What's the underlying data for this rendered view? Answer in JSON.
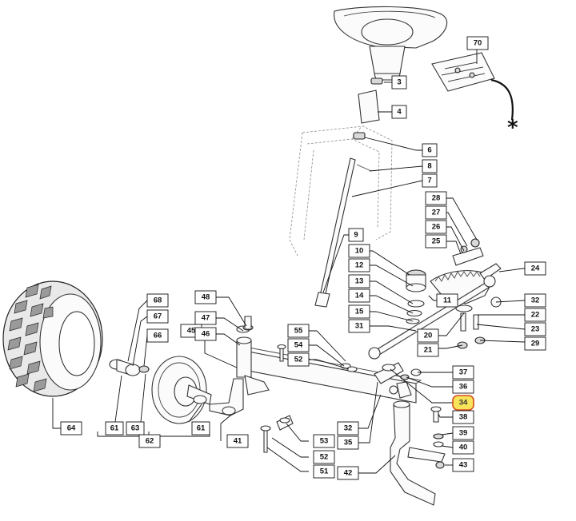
{
  "callouts": [
    {
      "key": "c70",
      "text": "70"
    },
    {
      "key": "c3",
      "text": "3"
    },
    {
      "key": "c4",
      "text": "4"
    },
    {
      "key": "c6",
      "text": "6"
    },
    {
      "key": "c8",
      "text": "8"
    },
    {
      "key": "c7",
      "text": "7"
    },
    {
      "key": "c28",
      "text": "28"
    },
    {
      "key": "c27",
      "text": "27"
    },
    {
      "key": "c26",
      "text": "26"
    },
    {
      "key": "c25",
      "text": "25"
    },
    {
      "key": "c9",
      "text": "9"
    },
    {
      "key": "c10",
      "text": "10"
    },
    {
      "key": "c12",
      "text": "12"
    },
    {
      "key": "c11",
      "text": "11"
    },
    {
      "key": "c13",
      "text": "13"
    },
    {
      "key": "c14",
      "text": "14"
    },
    {
      "key": "c15",
      "text": "15"
    },
    {
      "key": "c31",
      "text": "31"
    },
    {
      "key": "c24",
      "text": "24"
    },
    {
      "key": "c32a",
      "text": "32"
    },
    {
      "key": "c22",
      "text": "22"
    },
    {
      "key": "c23",
      "text": "23"
    },
    {
      "key": "c20",
      "text": "20"
    },
    {
      "key": "c21",
      "text": "21"
    },
    {
      "key": "c29",
      "text": "29"
    },
    {
      "key": "c68",
      "text": "68"
    },
    {
      "key": "c67",
      "text": "67"
    },
    {
      "key": "c66",
      "text": "66"
    },
    {
      "key": "c48",
      "text": "48"
    },
    {
      "key": "c47",
      "text": "47"
    },
    {
      "key": "c45",
      "text": "45"
    },
    {
      "key": "c46",
      "text": "46"
    },
    {
      "key": "c55",
      "text": "55"
    },
    {
      "key": "c54",
      "text": "54"
    },
    {
      "key": "c52a",
      "text": "52"
    },
    {
      "key": "c37",
      "text": "37"
    },
    {
      "key": "c36",
      "text": "36"
    },
    {
      "key": "c34",
      "text": "34"
    },
    {
      "key": "c38",
      "text": "38"
    },
    {
      "key": "c32b",
      "text": "32"
    },
    {
      "key": "c35",
      "text": "35"
    },
    {
      "key": "c39",
      "text": "39"
    },
    {
      "key": "c40",
      "text": "40"
    },
    {
      "key": "c43",
      "text": "43"
    },
    {
      "key": "c42",
      "text": "42"
    },
    {
      "key": "c64",
      "text": "64"
    },
    {
      "key": "c61a",
      "text": "61"
    },
    {
      "key": "c63",
      "text": "63"
    },
    {
      "key": "c61b",
      "text": "61"
    },
    {
      "key": "c62",
      "text": "62"
    },
    {
      "key": "c41",
      "text": "41"
    },
    {
      "key": "c53",
      "text": "53"
    },
    {
      "key": "c52b",
      "text": "52"
    },
    {
      "key": "c51",
      "text": "51"
    }
  ],
  "highlighted_callout": "34",
  "remark_symbol": "*",
  "colors": {
    "highlight_fill": "#f7e45a",
    "highlight_border": "#d94b1a",
    "line": "#111111"
  }
}
